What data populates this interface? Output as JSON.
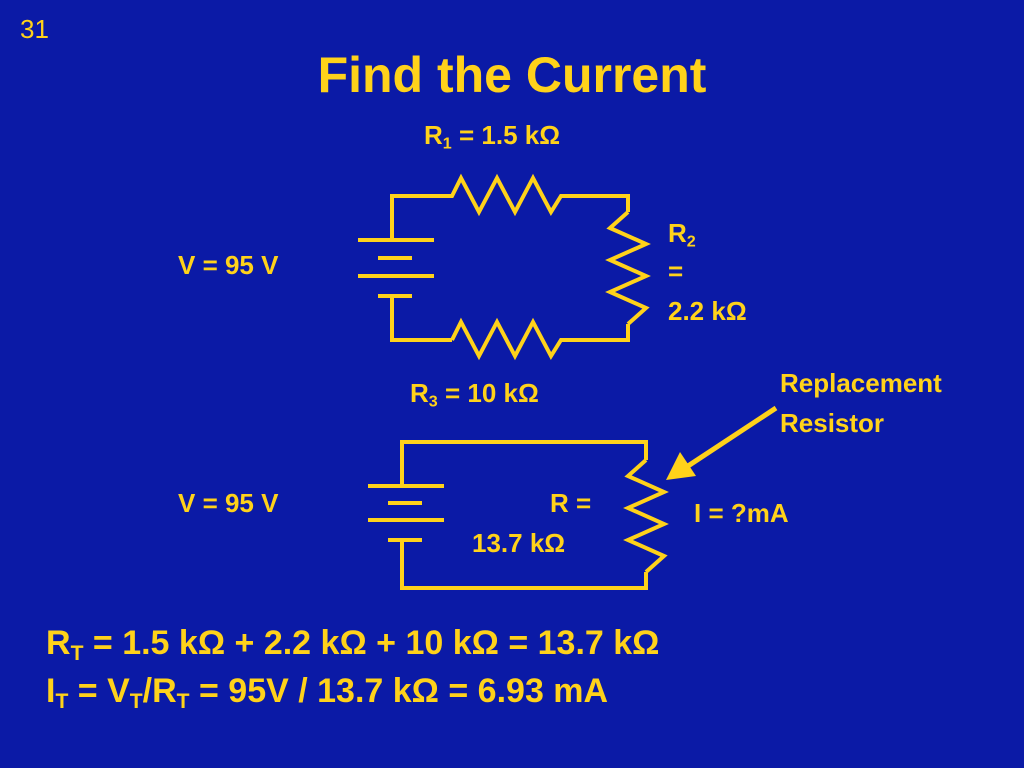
{
  "slide": {
    "number": "31",
    "title": "Find the Current"
  },
  "circuit_top": {
    "source_label": "V = 95 V",
    "r1": {
      "name": "R",
      "sub": "1",
      "rest": " = 1.5 kΩ"
    },
    "r2": {
      "name": "R",
      "sub": "2",
      "line2": "=",
      "line3": "2.2 kΩ"
    },
    "r3": {
      "name": "R",
      "sub": "3",
      "rest": " = 10 kΩ"
    }
  },
  "circuit_bottom": {
    "source_label": "V = 95 V",
    "resistor_line1": "R =",
    "resistor_line2": "13.7 kΩ",
    "current_label": "I = ?mA",
    "callout_line1": "Replacement",
    "callout_line2": "Resistor"
  },
  "equations": {
    "rt": {
      "lhs": "R",
      "lhs_sub": "T",
      "rhs": " = 1.5 kΩ + 2.2 kΩ + 10 kΩ = 13.7 kΩ"
    },
    "it": {
      "a": "I",
      "a_sub": "T",
      "b": " = V",
      "b_sub": "T",
      "c": "/R",
      "c_sub": "T",
      "rhs": " = 95V / 13.7 kΩ = 6.93 mA"
    }
  },
  "colors": {
    "background": "#0b1aa6",
    "foreground": "#ffd21a"
  }
}
